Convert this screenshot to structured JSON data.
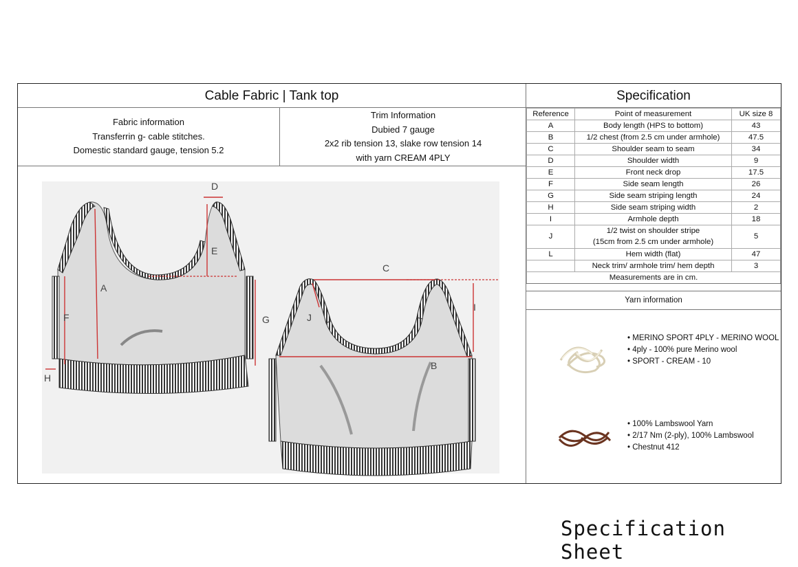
{
  "header": {
    "title": "Cable Fabric | Tank top"
  },
  "fabric": {
    "heading": "Fabric information",
    "line1": "Transferrin g- cable stitches.",
    "line2": "Domestic standard gauge, tension 5.2"
  },
  "trim": {
    "heading": "Trim Information",
    "line1": "Dubied 7 gauge",
    "line2": "2x2 rib tension 13, slake row tension 14",
    "line3": "with yarn CREAM 4PLY"
  },
  "drawing_labels": {
    "A": "A",
    "B": "B",
    "C": "C",
    "D": "D",
    "E": "E",
    "F": "F",
    "G": "G",
    "H": "H",
    "I": "I",
    "J": "J"
  },
  "spec": {
    "title": "Specification",
    "col_ref": "Reference",
    "col_pom": "Point of measurement",
    "col_size": "UK size 8",
    "rows": [
      {
        "ref": "A",
        "pom": "Body length (HPS to bottom)",
        "val": "43"
      },
      {
        "ref": "B",
        "pom": "1/2 chest (from 2.5 cm under armhole)",
        "val": "47.5"
      },
      {
        "ref": "C",
        "pom": "Shoulder seam to seam",
        "val": "34"
      },
      {
        "ref": "D",
        "pom": "Shoulder width",
        "val": "9"
      },
      {
        "ref": "E",
        "pom": "Front neck drop",
        "val": "17.5"
      },
      {
        "ref": "F",
        "pom": "Side seam length",
        "val": "26"
      },
      {
        "ref": "G",
        "pom": "Side seam striping length",
        "val": "24"
      },
      {
        "ref": "H",
        "pom": "Side seam striping width",
        "val": "2"
      },
      {
        "ref": "I",
        "pom": "Armhole depth",
        "val": "18"
      },
      {
        "ref": "J",
        "pom": "1/2 twist on shoulder stripe",
        "pom2": "(15cm from 2.5 cm under armhole)",
        "val": "5"
      },
      {
        "ref": "L",
        "pom": "Hem width (flat)",
        "val": "47"
      },
      {
        "ref": "",
        "pom": "Neck trim/ armhole trim/ hem depth",
        "val": "3"
      }
    ],
    "note": "Measurements are in cm."
  },
  "yarn": {
    "title": "Yarn information",
    "items": [
      {
        "lines": [
          "MERINO SPORT 4PLY - MERINO WOOL",
          "4ply - 100% pure Merino wool",
          "SPORT - CREAM - 10"
        ],
        "color": "#efe9d8"
      },
      {
        "lines": [
          "100% Lambswool Yarn",
          "2/17 Nm (2-ply), 100% Lambswool",
          "Chestnut 412"
        ],
        "color": "#6b3420"
      }
    ]
  },
  "footer": {
    "title": "Specification Sheet"
  }
}
